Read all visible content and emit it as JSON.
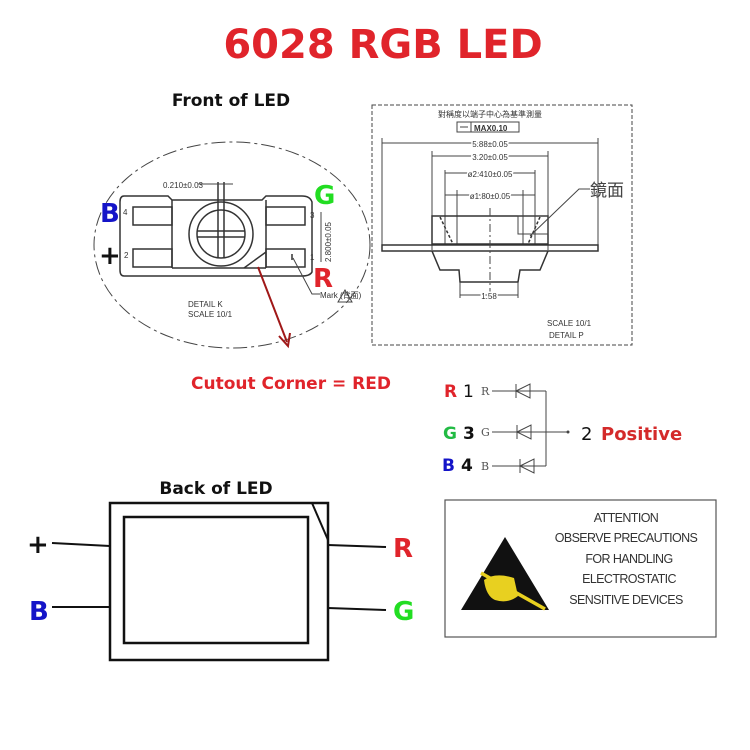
{
  "title": "6028 RGB LED",
  "colors": {
    "red": "#e0242b",
    "green": "#22dd22",
    "blue": "#1414c8",
    "arrow": "#a01818"
  },
  "front": {
    "heading": "Front of LED",
    "labels": {
      "b": "B",
      "plus": "+",
      "g": "G",
      "r": "R"
    },
    "pads": [
      "4",
      "2",
      "3",
      "1"
    ],
    "dim_top": "0.210±0.03",
    "dim_side": "2.800±0.05",
    "mark": "Mark (背面)",
    "detail": "DETAIL K",
    "scale": "SCALE 10/1"
  },
  "detail_p": {
    "note": "對稱度以端子中心為基準測量",
    "tolerance": "MAX0.10",
    "dims": [
      "5.88±0.05",
      "3.20±0.05",
      "ø2.410±0.05",
      "ø1.80±0.05",
      "1.58"
    ],
    "mirror": "鏡面",
    "scale": "SCALE 10/1",
    "detail": "DETAIL P"
  },
  "cutout_note": "Cutout Corner = RED",
  "schematic": {
    "rows": [
      {
        "color": "R",
        "pin": "1",
        "label": "R"
      },
      {
        "color": "G",
        "pin": "3",
        "label": "G"
      },
      {
        "color": "B",
        "pin": "4",
        "label": "B"
      }
    ],
    "common_pin": "2",
    "common_label": "Positive"
  },
  "back": {
    "heading": "Back of LED",
    "labels": {
      "plus": "+",
      "b": "B",
      "r": "R",
      "g": "G"
    }
  },
  "attention": {
    "title": "ATTENTION",
    "lines": [
      "OBSERVE PRECAUTIONS",
      "FOR HANDLING",
      "ELECTROSTATIC",
      "SENSITIVE DEVICES"
    ],
    "icon": "esd-warning-icon"
  }
}
